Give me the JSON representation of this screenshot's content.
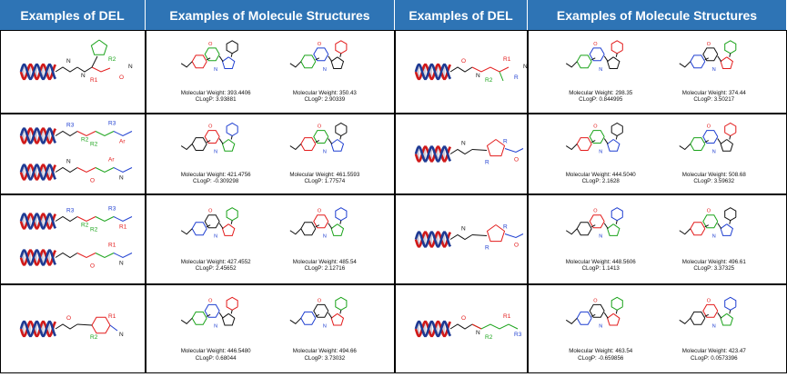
{
  "headers": [
    "Examples of DEL",
    "Examples of Molecule Structures",
    "Examples of DEL",
    "Examples of Molecule Structures"
  ],
  "colors": {
    "header_bg": "#2e74b5",
    "header_text": "#ffffff",
    "dna_red": "#d11a1a",
    "dna_blue": "#1f3a93",
    "red": "#e31b1b",
    "green": "#1aa31a",
    "blue": "#1f3fd1",
    "black": "#111111"
  },
  "rows": [
    {
      "left": {
        "del_labels": [
          "R2",
          "R1",
          "O",
          "N",
          "N",
          "N"
        ],
        "molecules": [
          {
            "mw": "Molecular Weight: 393.4406",
            "clogp": "CLogP: 3.93881"
          },
          {
            "mw": "Molecular Weight: 350.43",
            "clogp": "CLogP: 2.90339"
          }
        ]
      },
      "right": {
        "del_labels": [
          "R1",
          "R2",
          "R",
          "O",
          "N",
          "N"
        ],
        "molecules": [
          {
            "mw": "Molecular Weight: 298.35",
            "clogp": "CLogP: 0.844995"
          },
          {
            "mw": "Molecular Weight: 374.44",
            "clogp": "CLogP: 3.50217"
          }
        ]
      }
    },
    {
      "left": {
        "del_labels": [
          "R3",
          "R2",
          "Ar",
          "R3",
          "R2",
          "Ar",
          "O",
          "N",
          "N"
        ],
        "molecules": [
          {
            "mw": "Molecular Weight: 421.4756",
            "clogp": "CLogP: -0.309298"
          },
          {
            "mw": "Molecular Weight: 461.5593",
            "clogp": "CLogP: 1.77574"
          }
        ]
      },
      "right": {
        "del_labels": [
          "R",
          "R",
          "O",
          "N"
        ],
        "molecules": [
          {
            "mw": "Molecular Weight: 444.5040",
            "clogp": "CLogP: 2.1628"
          },
          {
            "mw": "Molecular Weight: 508.68",
            "clogp": "CLogP: 3.59632"
          }
        ]
      }
    },
    {
      "left": {
        "del_labels": [
          "R3",
          "R2",
          "R1",
          "R3",
          "R2",
          "R1",
          "O",
          "N"
        ],
        "molecules": [
          {
            "mw": "Molecular Weight: 427.4552",
            "clogp": "CLogP: 2.45652"
          },
          {
            "mw": "Molecular Weight: 485.54",
            "clogp": "CLogP: 2.12716"
          }
        ]
      },
      "right": {
        "del_labels": [
          "R",
          "R",
          "O",
          "N"
        ],
        "molecules": [
          {
            "mw": "Molecular Weight: 448.5606",
            "clogp": "CLogP: 1.1413"
          },
          {
            "mw": "Molecular Weight: 496.61",
            "clogp": "CLogP: 3.37325"
          }
        ]
      }
    },
    {
      "left": {
        "del_labels": [
          "R1",
          "R2",
          "N",
          "O"
        ],
        "molecules": [
          {
            "mw": "Molecular Weight: 446.5480",
            "clogp": "CLogP: 0.68044"
          },
          {
            "mw": "Molecular Weight: 494.66",
            "clogp": "CLogP: 3.73032"
          }
        ]
      },
      "right": {
        "del_labels": [
          "R1",
          "R2",
          "R3",
          "O",
          "N"
        ],
        "molecules": [
          {
            "mw": "Molecular Weight: 463.54",
            "clogp": "CLogP: -0.659856"
          },
          {
            "mw": "Molecular Weight: 423.47",
            "clogp": "CLogP: 0.0573396"
          }
        ]
      }
    }
  ]
}
